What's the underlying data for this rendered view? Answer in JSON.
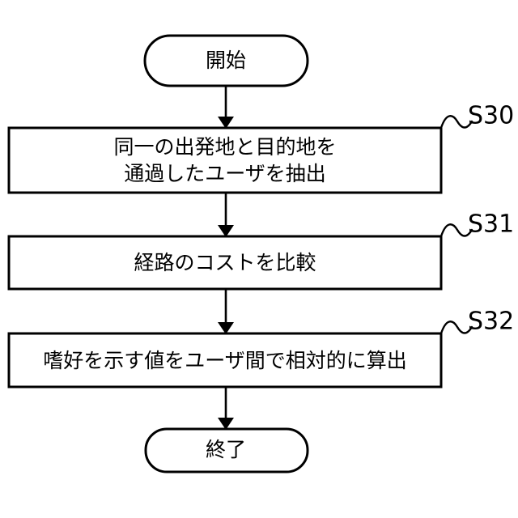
{
  "diagram": {
    "type": "flowchart",
    "language": "ja",
    "background_color": "#ffffff",
    "line_color": "#000000",
    "fill_color": "#ffffff",
    "orientation": "vertical-top-to-bottom",
    "nodes": [
      {
        "id": "start",
        "shape": "terminator",
        "text": "開始",
        "step_label": ""
      },
      {
        "id": "step-s30",
        "shape": "process",
        "text_line1": "同一の出発地と目的地を",
        "text_line2": "通過したユーザを抽出",
        "step_label": "S30"
      },
      {
        "id": "step-s31",
        "shape": "process",
        "text_line1": "経路のコストを比較",
        "text_line2": "",
        "step_label": "S31"
      },
      {
        "id": "step-s32",
        "shape": "process",
        "text_line1": "嗜好を示す値をユーザ間で相対的に算出",
        "text_line2": "",
        "step_label": "S32"
      },
      {
        "id": "end",
        "shape": "terminator",
        "text": "終了",
        "step_label": ""
      }
    ],
    "connectors": [
      {
        "id": "start-to-s30",
        "from": "start",
        "to": "step-s30",
        "arrow": "down"
      },
      {
        "id": "s30-to-s31",
        "from": "step-s30",
        "to": "step-s31",
        "arrow": "down"
      },
      {
        "id": "s31-to-s32",
        "from": "step-s31",
        "to": "step-s32",
        "arrow": "down"
      },
      {
        "id": "s32-to-end",
        "from": "step-s32",
        "to": "end",
        "arrow": "down"
      }
    ]
  }
}
